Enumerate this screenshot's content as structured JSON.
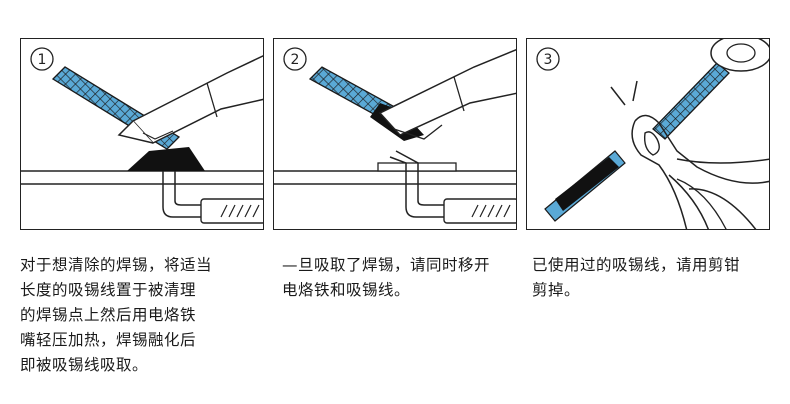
{
  "steps": [
    {
      "number": "1",
      "caption": "对于想清除的焊锡，将适当\n长度的吸锡线置于被清理\n的焊锡点上然后用电烙铁\n嘴轻压加热，焊锡融化后\n即被吸锡线吸取。"
    },
    {
      "number": "2",
      "caption": "—旦吸取了焊锡，请同时移开\n电烙铁和吸锡线。"
    },
    {
      "number": "3",
      "caption": "已使用过的吸锡线，请用剪钳\n剪掉。"
    }
  ],
  "colors": {
    "braid": "#5aa9d6",
    "outline": "#1a1a1a",
    "solder": "#111111",
    "background": "#ffffff"
  },
  "icons": [
    "soldering-iron-icon",
    "desoldering-braid-icon",
    "cutting-pliers-icon",
    "circuit-board-icon"
  ]
}
